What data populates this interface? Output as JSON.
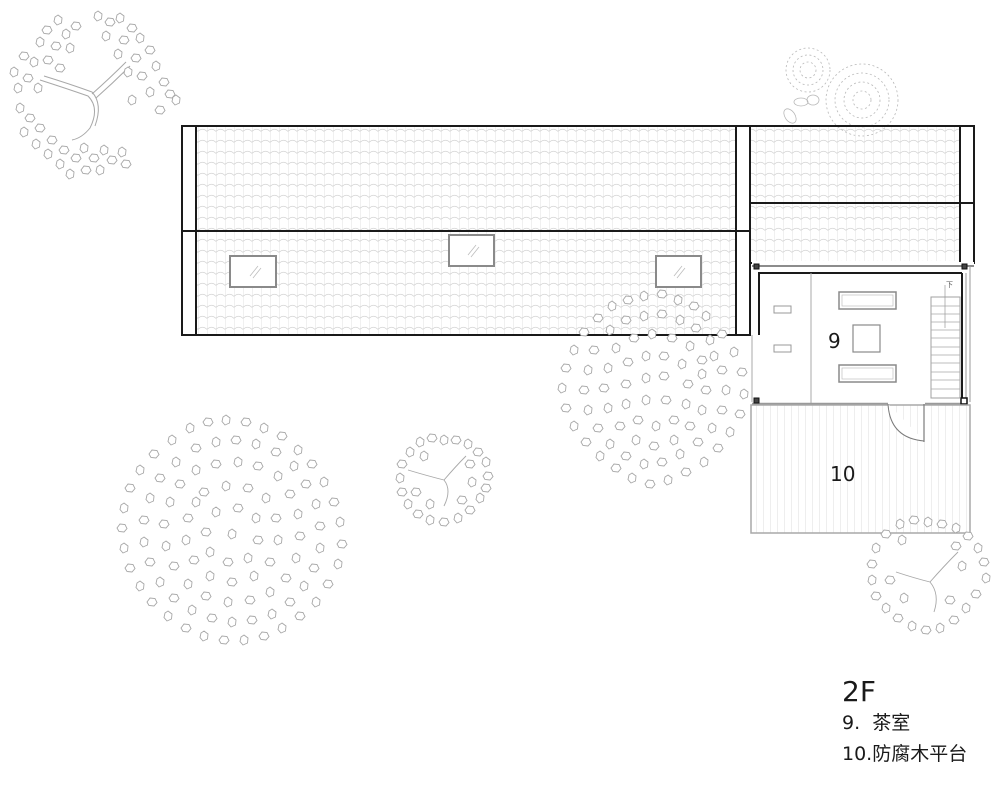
{
  "drawing": {
    "floor_label": "2F",
    "rooms": [
      {
        "number": "9",
        "name": "茶室"
      },
      {
        "number": "10",
        "name": "防腐木平台"
      }
    ],
    "legend": [
      {
        "text": "9.  茶室"
      },
      {
        "text": "10.防腐木平台"
      }
    ],
    "colors": {
      "wall": "#1a1a1a",
      "roof_tile": "#d4d4d4",
      "tree": "#a8a8a8",
      "furniture": "#8a8a8a",
      "deck": "#c8c8c8"
    },
    "elements": {
      "main_roof": "tiled-gable-roof",
      "side_roof": "tiled-roof-annex",
      "skylights": 3,
      "trees": 6
    }
  }
}
